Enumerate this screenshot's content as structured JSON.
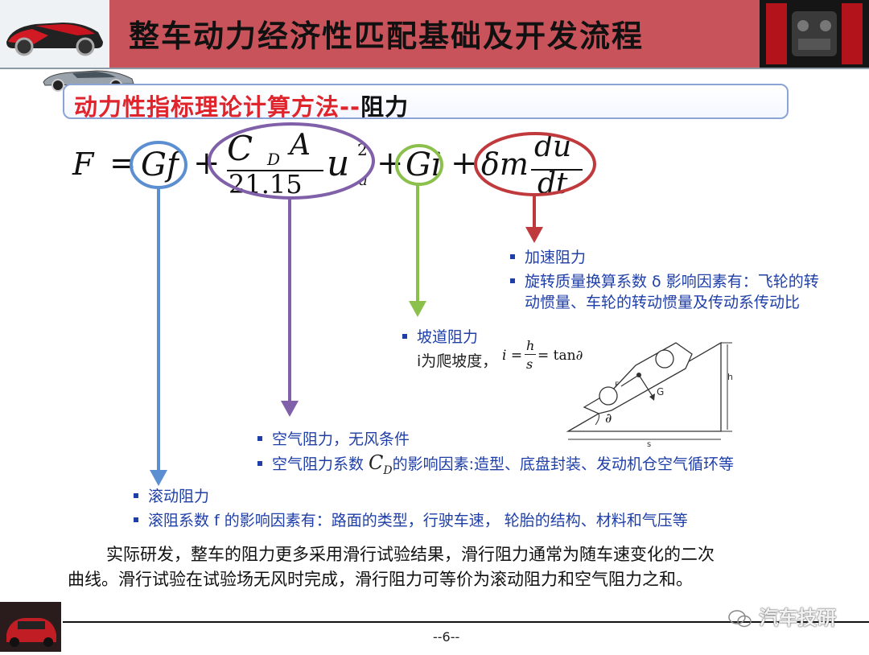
{
  "header": {
    "title": "整车动力经济性匹配基础及开发流程"
  },
  "section": {
    "title_red": "动力性指标理论计算方法--",
    "title_dark": "阻力"
  },
  "formula": {
    "F": "F",
    "eq": "=",
    "Gf": "Gf",
    "plus": "+",
    "CDA_C": "C",
    "CDA_D": "D",
    "CDA_A": "A",
    "denominator": "21.15",
    "u": "u",
    "u_sub": "a",
    "u_sup": "2",
    "Gi": "Gi",
    "delta_m": "δm",
    "du": "du",
    "dt": "dt"
  },
  "accel": {
    "line1": "加速阻力",
    "line2": "旋转质量换算系数 δ 影响因素有：飞轮的转",
    "line3": "动惯量、车轮的转动惯量及传动系传动比"
  },
  "grade": {
    "line1": "坡道阻力",
    "line2_text": "i为爬坡度，",
    "eq_i": "i =",
    "eq_h": "h",
    "eq_s": "s",
    "eq_tan": "= tan∂",
    "diagram_h": "h",
    "diagram_s": "s",
    "diagram_G": "G",
    "diagram_F": "F",
    "diagram_angle": "∂"
  },
  "air": {
    "line1": "空气阻力，无风条件",
    "line2_pre": "空气阻力系数",
    "line2_C": "C",
    "line2_D": "D",
    "line2_post": "的影响因素:造型、底盘封装、发动机仓空气循环等"
  },
  "rolling": {
    "line1": "滚动阻力",
    "line2": "滚阻系数 f 的影响因素有：路面的类型，行驶车速， 轮胎的结构、材料和气压等"
  },
  "paragraph": {
    "line1": "实际研发，整车的阻力更多采用滑行试验结果，滑行阻力通常为随车速变化的二次",
    "line2": "曲线。滑行试验在试验场无风时完成，滑行阻力可等价为滚动阻力和空气阻力之和。"
  },
  "footer": {
    "page": "--6--",
    "watermark": "汽车技研"
  },
  "colors": {
    "header_bg": "#c9535a",
    "blue_arrow": "#5b8fd1",
    "purple_arrow": "#8060a8",
    "green_arrow": "#8cc04c",
    "red_arrow": "#c0393d",
    "bullet_text": "#1f3fa8"
  },
  "icons": {
    "car_left": "red-sports-car-image",
    "car_right": "engine-bay-image",
    "car_small": "silver-sports-car-icon",
    "car_bottom": "red-mini-car-image",
    "watermark_icon": "wechat-icon"
  }
}
